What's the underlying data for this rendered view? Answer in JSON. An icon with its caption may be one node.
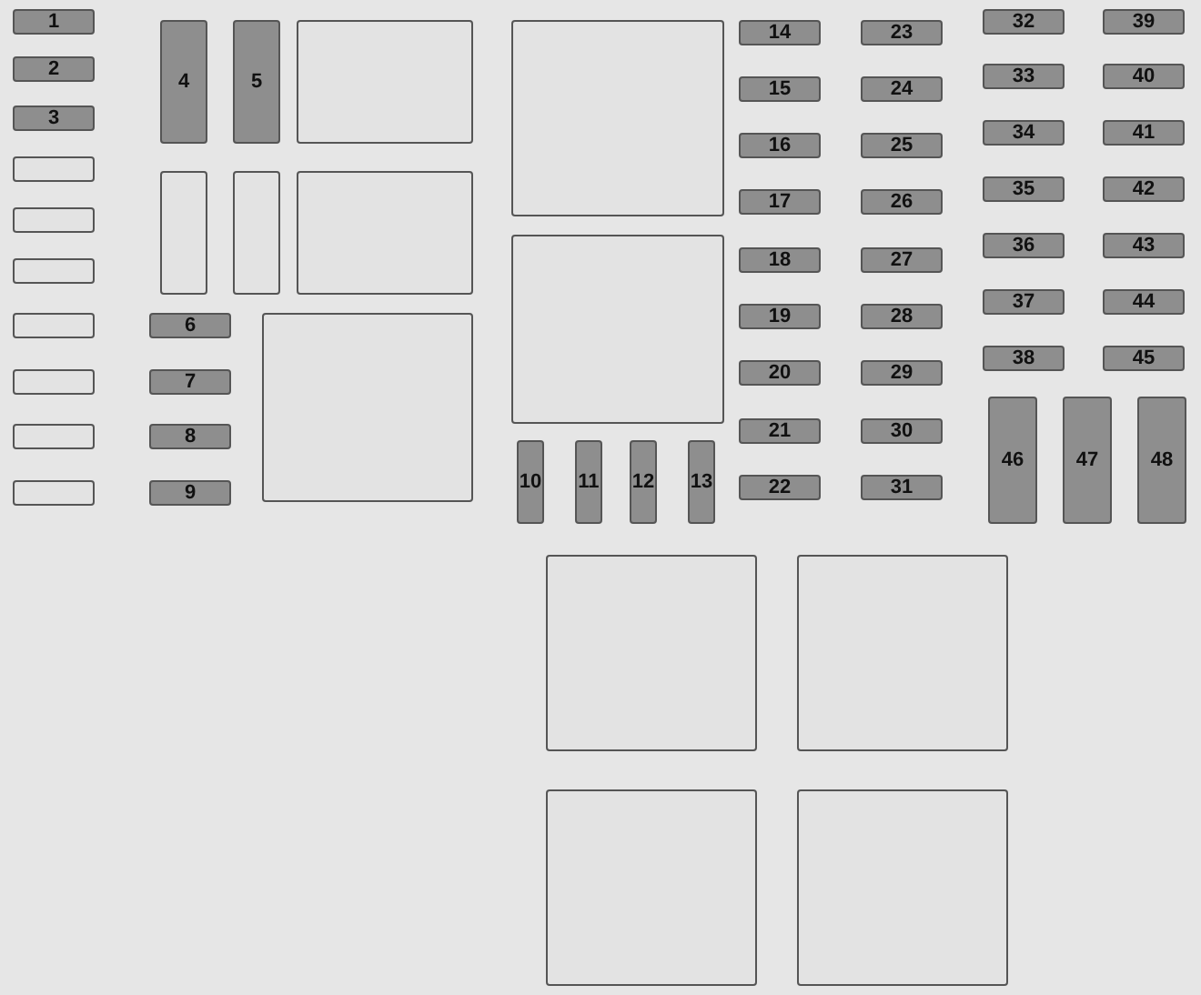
{
  "diagram": {
    "nodes": [
      {
        "text": [
          "1"
        ]
      },
      {
        "text": [
          "2"
        ]
      },
      {
        "text": [
          "3"
        ]
      },
      {
        "text": [
          "4"
        ]
      },
      {
        "text": [
          "5"
        ]
      },
      {
        "text": [
          "6"
        ]
      },
      {
        "text": [
          "7"
        ]
      },
      {
        "text": [
          "8"
        ]
      },
      {
        "text": [
          "9"
        ]
      },
      {
        "text": [
          "10"
        ]
      },
      {
        "text": [
          "11"
        ]
      },
      {
        "text": [
          "12"
        ]
      },
      {
        "text": [
          "13"
        ]
      },
      {
        "text": [
          "14"
        ]
      },
      {
        "text": [
          "15"
        ]
      },
      {
        "text": [
          "16"
        ]
      },
      {
        "text": [
          "17"
        ]
      },
      {
        "text": [
          "18"
        ]
      },
      {
        "text": [
          "19"
        ]
      },
      {
        "text": [
          "20"
        ]
      },
      {
        "text": [
          "21"
        ]
      },
      {
        "text": [
          "22"
        ]
      },
      {
        "text": [
          "23"
        ]
      },
      {
        "text": [
          "24"
        ]
      },
      {
        "text": [
          "25"
        ]
      },
      {
        "text": [
          "26"
        ]
      },
      {
        "text": [
          "27"
        ]
      },
      {
        "text": [
          "28"
        ]
      },
      {
        "text": [
          "29"
        ]
      },
      {
        "text": [
          "30"
        ]
      },
      {
        "text": [
          "31"
        ]
      },
      {
        "text": [
          "32"
        ]
      },
      {
        "text": [
          "33"
        ]
      },
      {
        "text": [
          "34"
        ]
      },
      {
        "text": [
          "35"
        ]
      },
      {
        "text": [
          "36"
        ]
      },
      {
        "text": [
          "37"
        ]
      },
      {
        "text": [
          "38"
        ]
      },
      {
        "text": [
          "39"
        ]
      },
      {
        "text": [
          "40"
        ]
      },
      {
        "text": [
          "41"
        ]
      },
      {
        "text": [
          "42"
        ]
      },
      {
        "text": [
          "43"
        ]
      },
      {
        "text": [
          "44"
        ]
      },
      {
        "text": [
          "45"
        ]
      },
      {
        "text": [
          "46"
        ]
      },
      {
        "text": [
          "47"
        ]
      },
      {
        "text": [
          "48"
        ]
      },
      {
        "text": [],
        "shape": "box"
      },
      {
        "text": [],
        "shape": "box"
      },
      {
        "text": [],
        "shape": "box"
      },
      {
        "text": [],
        "shape": "box"
      },
      {
        "text": [],
        "shape": "box"
      },
      {
        "text": [],
        "shape": "box"
      },
      {
        "text": [],
        "shape": "box"
      },
      {
        "text": [],
        "shape": "box"
      },
      {
        "text": [],
        "shape": "box"
      },
      {
        "text": [],
        "shape": "box"
      },
      {
        "text": [],
        "shape": "box"
      },
      {
        "text": [],
        "shape": "box"
      },
      {
        "text": [],
        "shape": "box"
      },
      {
        "text": [],
        "shape": "box"
      },
      {
        "text": [],
        "shape": "box"
      },
      {
        "text": [],
        "shape": "box"
      },
      {
        "text": [],
        "shape": "box"
      },
      {
        "text": [],
        "shape": "box"
      }
    ]
  }
}
